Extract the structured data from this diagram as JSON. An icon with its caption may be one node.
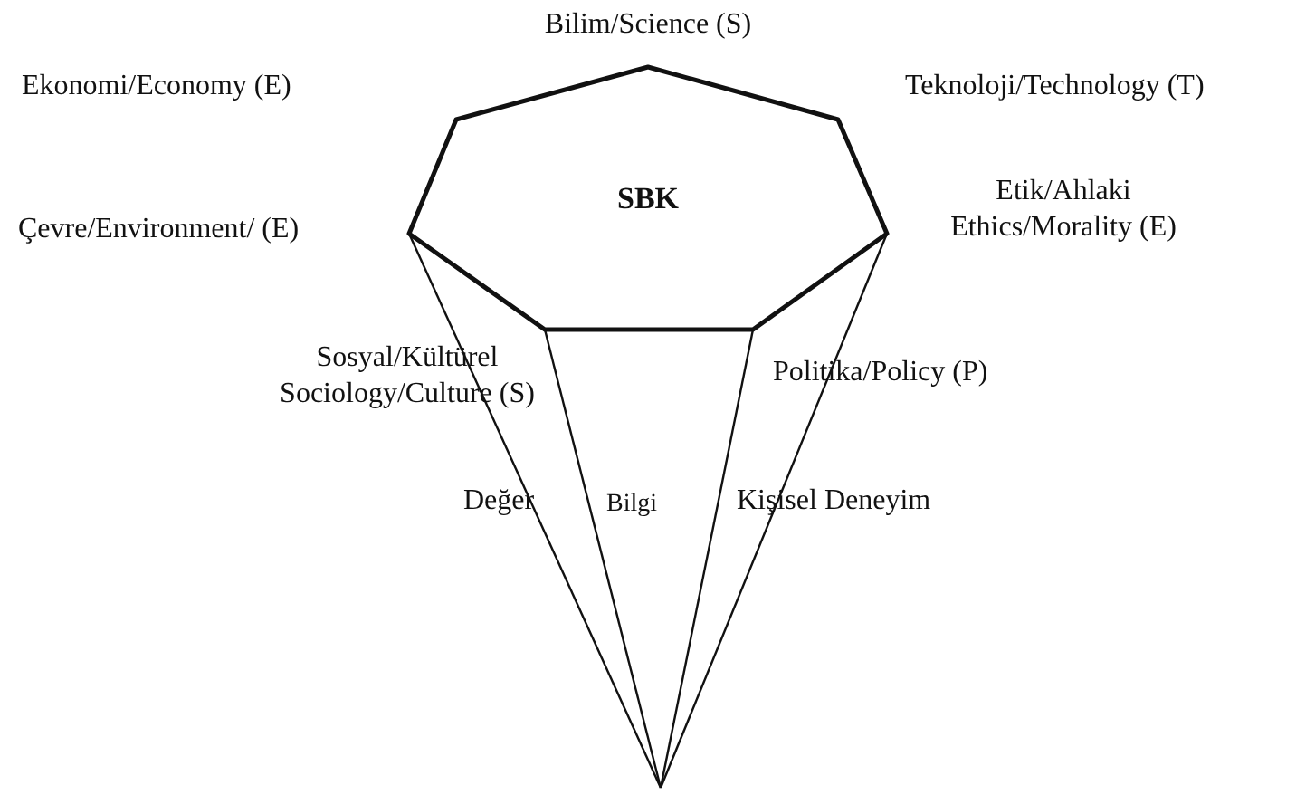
{
  "diagram": {
    "nodes": [
      {
        "text": [
          "SBK"
        ]
      }
    ],
    "edges": [],
    "labels": [
      "Bilim/Science (S)",
      "Ekonomi/Economy (E)",
      "Teknoloji/Technology (T)",
      "Çevre/Environment/ (E)",
      "Etik/Ahlaki Ethics/Morality (E)",
      "Sosyal/Kültürel Sociology/Culture (S)",
      "Politika/Policy (P)",
      "Değer",
      "Bilgi",
      "Kişisel Deneyim"
    ]
  }
}
